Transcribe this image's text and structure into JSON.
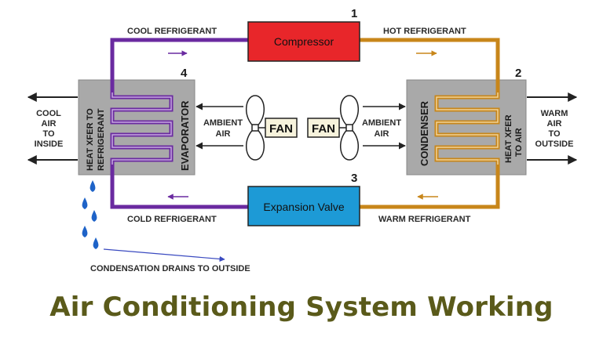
{
  "title": "Air Conditioning System Working",
  "components": {
    "compressor": {
      "number": "1",
      "label": "Compressor",
      "color": "#e8262a"
    },
    "condenser": {
      "number": "2",
      "label": "CONDENSER"
    },
    "expansion_valve": {
      "number": "3",
      "label": "Expansion Valve",
      "color": "#1d9ad6"
    },
    "evaporator": {
      "number": "4",
      "label": "EVAPORATOR"
    }
  },
  "pipes": {
    "cool": "COOL REFRIGERANT",
    "hot": "HOT REFRIGERANT",
    "cold": "COLD REFRIGERANT",
    "warm": "WARM REFRIGERANT"
  },
  "left_unit": {
    "side_label_1": "HEAT XFER TO",
    "side_label_2": "REFRIGERANT",
    "air_out_1": "COOL",
    "air_out_2": "AIR",
    "air_out_3": "TO",
    "air_out_4": "INSIDE",
    "ambient_1": "AMBIENT",
    "ambient_2": "AIR",
    "fan": "FAN"
  },
  "right_unit": {
    "side_label_1": "HEAT XFER",
    "side_label_2": "TO AIR",
    "air_out_1": "WARM",
    "air_out_2": "AIR",
    "air_out_3": "TO",
    "air_out_4": "OUTSIDE",
    "ambient_1": "AMBIENT",
    "ambient_2": "AIR",
    "fan": "FAN"
  },
  "condensation": "CONDENSATION DRAINS TO OUTSIDE",
  "colors": {
    "cold_pipe": "#6a2aa0",
    "hot_pipe": "#c8861a",
    "unit_fill": "#a9a9a9",
    "title": "#5a5a1a"
  }
}
